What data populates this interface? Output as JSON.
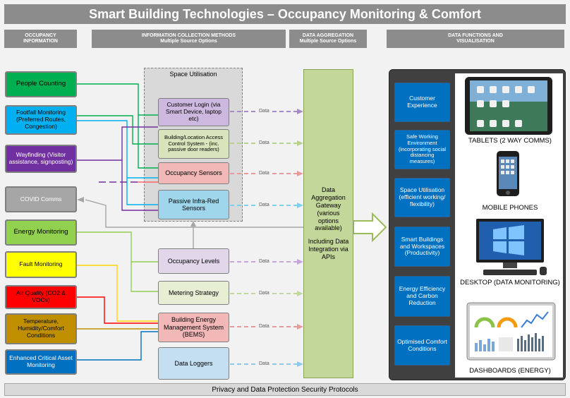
{
  "title": "Smart Building Technologies – Occupancy Monitoring & Comfort",
  "headers": {
    "occupancy": [
      "OCCUPANCY",
      "INFORMATION"
    ],
    "collection": [
      "INFORMATION COLLECTION METHODS",
      "Multiple Source Options"
    ],
    "aggregation": [
      "DATA AGGREGATION",
      "Multiple Source Options"
    ],
    "functions": [
      "DATA FUNCTIONS AND",
      "VISUALISATION"
    ]
  },
  "sources": [
    "People Counting",
    "Footfall Monitoring (Preferred Routes, Congestion)",
    "Wayfinding (Visitor assistance, signposting)",
    "COVID Comms",
    "Energy Monitoring",
    "Fault Monitoring",
    "Air Quality (CO2 & VOCs)",
    "Temperature, Humidity/Comfort Conditions",
    "Enhanced Critical Asset Monitoring"
  ],
  "space_utilisation_label": "Space Utilisation",
  "methods": [
    "Customer Login (via Smart Device, laptop etc)",
    "Building/Location Access Control System - (inc. passive door readers)",
    "Occupancy Sensors",
    "Passive Infra-Red Sensors",
    "Occupancy Levels",
    "Metering Strategy",
    "Building Energy Management System (BEMS)",
    "Data Loggers"
  ],
  "data_label": "Data",
  "gateway": [
    "Data",
    "Aggregation",
    "Gateway",
    "(various",
    "options",
    "available)",
    "",
    "Including Data",
    "Integration via",
    "APIs"
  ],
  "functions": [
    "Customer Experience",
    "Safe Working Environment (incorporating social distancing measures)",
    "Space Utilisation (efficient working/ flexibility)",
    "Smart Buildings and Workspaces (Productivity)",
    "Energy Efficiency and Carbon Reduction",
    "Optimised Comfort Conditions"
  ],
  "devices": [
    "TABLETS (2 WAY COMMS)",
    "MOBILE PHONES",
    "DESKTOP (DATA MONITORING)",
    "DASHBOARDS (ENERGY)"
  ],
  "footer": "Privacy and Data Protection Security Protocols",
  "colors": {
    "green": "#00b050",
    "blue": "#00b0f0",
    "purple": "#7030a0",
    "gray": "#a6a6a6",
    "lime": "#92d050",
    "yellow": "#ffff00",
    "red": "#ff0000",
    "amber": "#bf8f00",
    "darkblue": "#0070c0",
    "teal": "#00c0c0",
    "gateway": "#c4d79b"
  }
}
